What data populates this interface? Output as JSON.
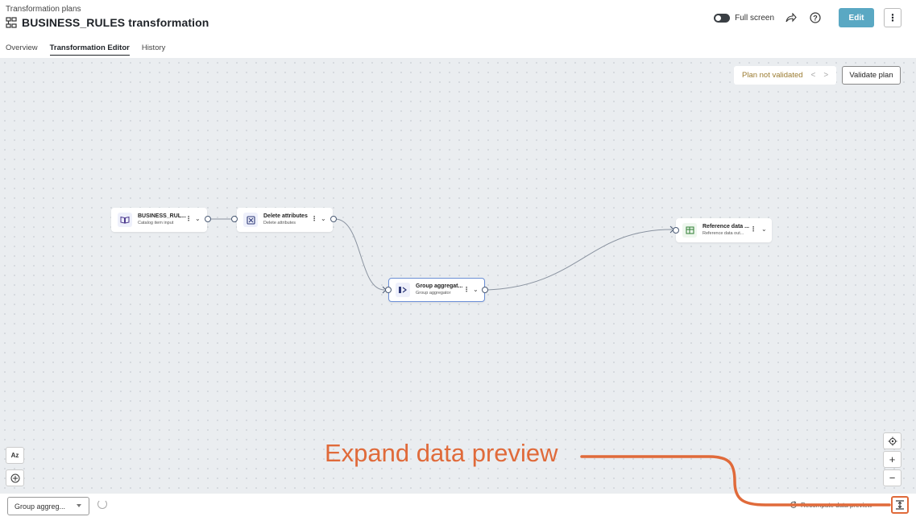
{
  "header": {
    "breadcrumb": "Transformation plans",
    "title": "BUSINESS_RULES transformation",
    "fullscreen_label": "Full screen",
    "edit_label": "Edit",
    "more_label": "⋮"
  },
  "tabs": [
    {
      "label": "Overview",
      "active": false
    },
    {
      "label": "Transformation Editor",
      "active": true
    },
    {
      "label": "History",
      "active": false
    }
  ],
  "validation": {
    "status": "Plan not validated",
    "prev": "<",
    "next": ">",
    "validate_label": "Validate plan"
  },
  "nodes": [
    {
      "name": "BUSINESS_RUL...",
      "subtitle": "Catalog item input",
      "icon": "book-icon",
      "selected": false
    },
    {
      "name": "Delete attributes",
      "subtitle": "Delete attributes",
      "icon": "delete-attributes-icon",
      "selected": false
    },
    {
      "name": "Group aggregat...",
      "subtitle": "Group aggregator",
      "icon": "group-aggregator-icon",
      "selected": true
    },
    {
      "name": "Reference data ...",
      "subtitle": "Reference data out...",
      "icon": "reference-data-icon",
      "selected": false
    }
  ],
  "controls": {
    "sort_label": "Az",
    "zoom_in": "+",
    "zoom_out": "−"
  },
  "bottom": {
    "dropdown_value": "Group aggreg...",
    "recompute_label": "Recompute data preview"
  },
  "annotation": {
    "text": "Expand data preview",
    "color": "#e06a3a"
  },
  "colors": {
    "accent": "#5aa8c3",
    "warning_text": "#9a7a2f",
    "annotation": "#e06a3a"
  }
}
